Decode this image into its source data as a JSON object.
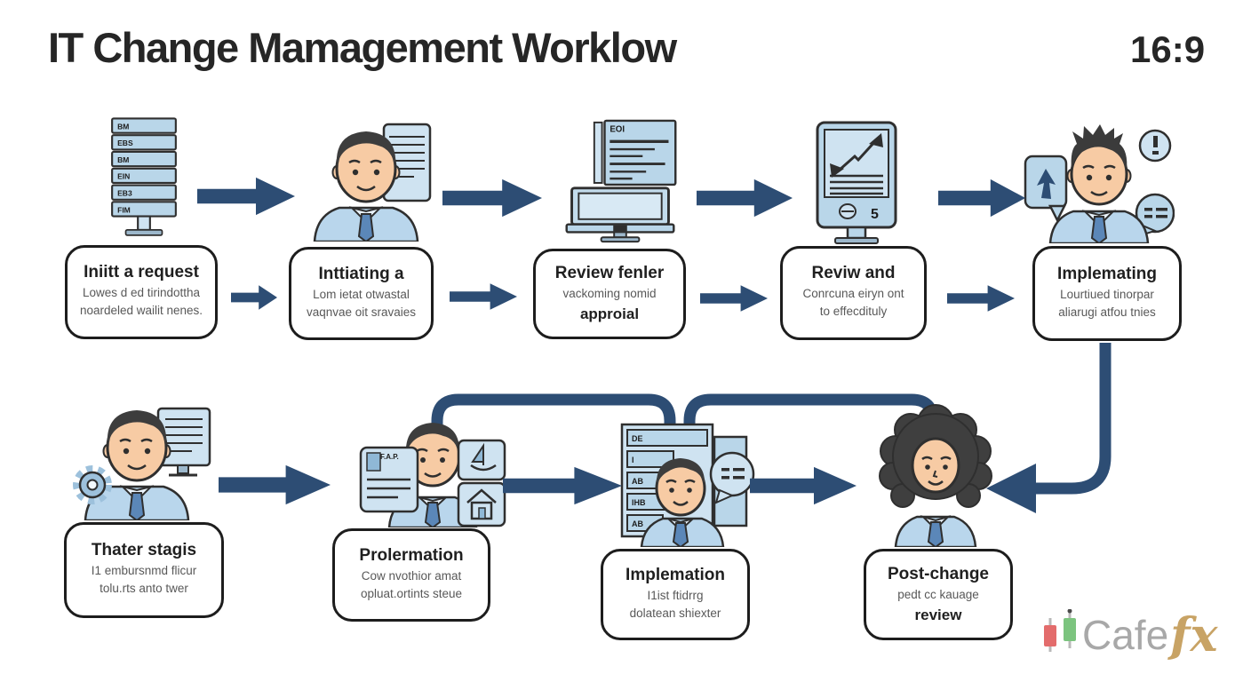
{
  "header": {
    "title": "IT Change Mamagement Worklow",
    "aspect_badge": "16:9"
  },
  "stages": [
    {
      "title": "Iniitt a request",
      "sub1": "Lowes d ed tirindottha",
      "sub2": "noardeled wailit nenes.",
      "emph": "",
      "icon": "server-stack"
    },
    {
      "title": "Inttiating a",
      "sub1": "Lom ietat otwastal",
      "sub2": "vaqnvae oit sravaies",
      "emph": "",
      "icon": "person-with-document"
    },
    {
      "title": "Review fenler",
      "sub1": "vackoming nomid",
      "sub2": "",
      "emph": "approial",
      "icon": "computer-with-code"
    },
    {
      "title": "Reviw and",
      "sub1": "Conrcuna eiryn ont",
      "sub2": "to effecdituly",
      "emph": "",
      "icon": "tablet-with-trend-chart"
    },
    {
      "title": "Implemating",
      "sub1": "Lourtiued tinorpar",
      "sub2": "aliarugi atfou tnies",
      "emph": "",
      "icon": "person-with-speech-bubbles"
    },
    {
      "title": "Thater stagis",
      "sub1": "I1 embursnmd flicur",
      "sub2": "tolu.rts anto twer",
      "emph": "",
      "icon": "person-with-gear"
    },
    {
      "title": "Prolermation",
      "sub1": "Cow nvothior amat",
      "sub2": "opluat.ortints steue",
      "emph": "",
      "icon": "person-with-id-cards"
    },
    {
      "title": "Implemation",
      "sub1": "I1ist ftidrrg",
      "sub2": "dolatean shiexter",
      "emph": "",
      "icon": "person-with-server-rack"
    },
    {
      "title": "Post-change",
      "sub1": "pedt cc kauage",
      "sub2": "",
      "emph": "review",
      "icon": "person-curly-hair"
    }
  ],
  "icon_text": {
    "server_rows": [
      "BM",
      "EBS",
      "BM",
      "EIN",
      "EB3",
      "FIM"
    ],
    "code_doc_label": "EOI",
    "tablet_page_num": "5",
    "rack_rows": [
      "DE",
      "I",
      "AB",
      "IHB",
      "AB"
    ],
    "id_card_label": "F.A.P."
  },
  "logo": {
    "word": "Cafe",
    "suffix": "fx"
  },
  "colors": {
    "arrow": "#2d4d74",
    "ink": "#1d1d1d",
    "subtext": "#585858",
    "icon_blue": "#b9d6e9",
    "icon_blue_light": "#cfe3f1",
    "skin": "#f7cba4",
    "hair": "#3d3d3d",
    "shirt": "#b9d6ec",
    "tie": "#5b87b8",
    "logo_gray": "#a8a8a8",
    "logo_gold": "#c8a365",
    "candle_red": "#e36c6c",
    "candle_green": "#7cc47f"
  }
}
